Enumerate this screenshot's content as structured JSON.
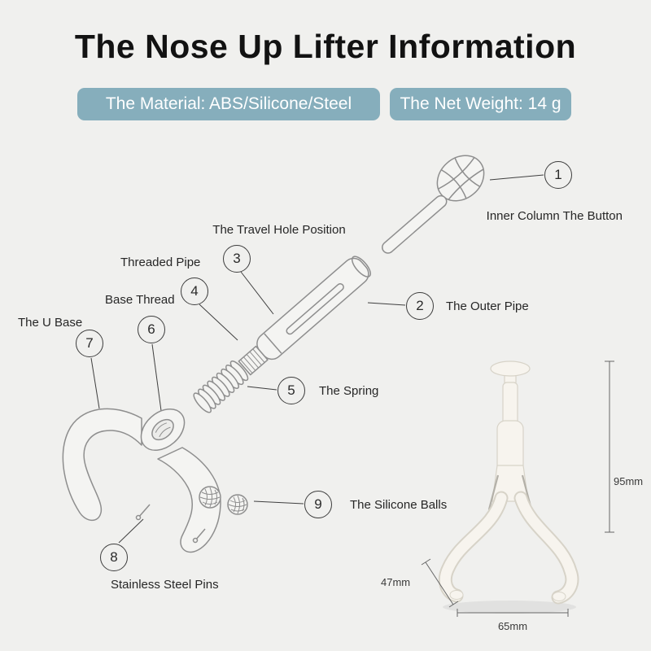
{
  "title": "The Nose Up Lifter Information",
  "badges": {
    "material": "The Material: ABS/Silicone/Steel",
    "weight": "The Net Weight: 14 g"
  },
  "callouts": [
    {
      "num": "1",
      "label": "Inner Column The Button"
    },
    {
      "num": "2",
      "label": "The Outer Pipe"
    },
    {
      "num": "3",
      "label": "The Travel Hole Position"
    },
    {
      "num": "4",
      "label": "Threaded Pipe"
    },
    {
      "num": "5",
      "label": "The Spring"
    },
    {
      "num": "6",
      "label": "Base Thread"
    },
    {
      "num": "7",
      "label": "The U Base"
    },
    {
      "num": "8",
      "label": "Stainless Steel Pins"
    },
    {
      "num": "9",
      "label": "The Silicone Balls"
    }
  ],
  "dimensions": {
    "height": "95mm",
    "depth": "47mm",
    "width": "65mm"
  },
  "colors": {
    "background": "#f0f0ee",
    "badge_bg": "#86aebc",
    "line_art": "#8e8e8e",
    "product": "#f7f4ee"
  }
}
